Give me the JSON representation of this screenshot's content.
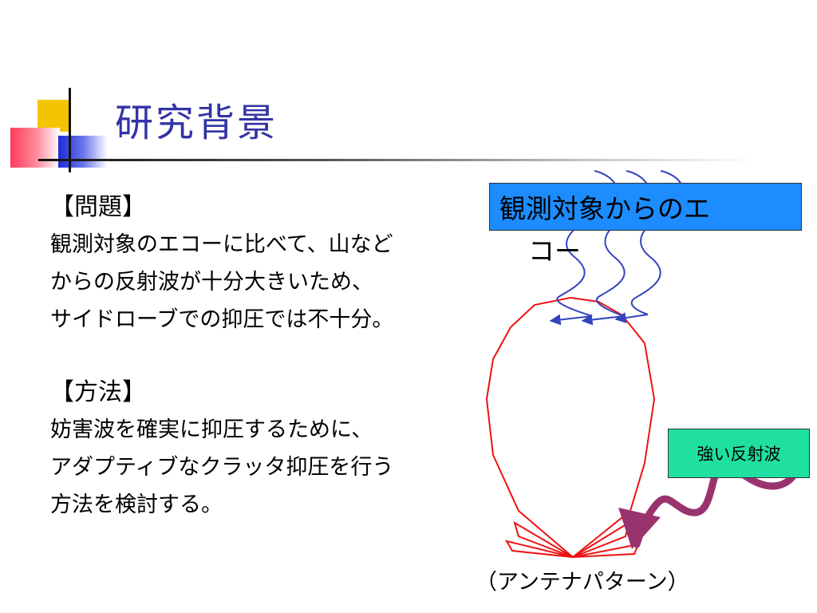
{
  "slide": {
    "title": "研究背景"
  },
  "problem": {
    "heading": "【問題】",
    "lines": [
      "観測対象のエコーに比べて、山など",
      "からの反射波が十分大きいため、",
      "サイドローブでの抑圧では不十分。"
    ]
  },
  "method": {
    "heading": "【方法】",
    "lines": [
      "妨害波を確実に抑圧するために、",
      "アダプティブなクラッタ抑圧を行う",
      "方法を検討する。"
    ]
  },
  "diagram": {
    "echo_label": [
      "観測対象からのエ",
      "コー"
    ],
    "strong_reflection_label": "強い反射波",
    "pattern_caption": "（アンテナパターン）",
    "colors": {
      "antenna_pattern": "#ee1111",
      "echo_waves": "#3344bb",
      "strong_wave": "#99336e",
      "echo_box": "#1c8cff",
      "strong_box": "#1fe0a0",
      "title": "#3333a6"
    }
  }
}
